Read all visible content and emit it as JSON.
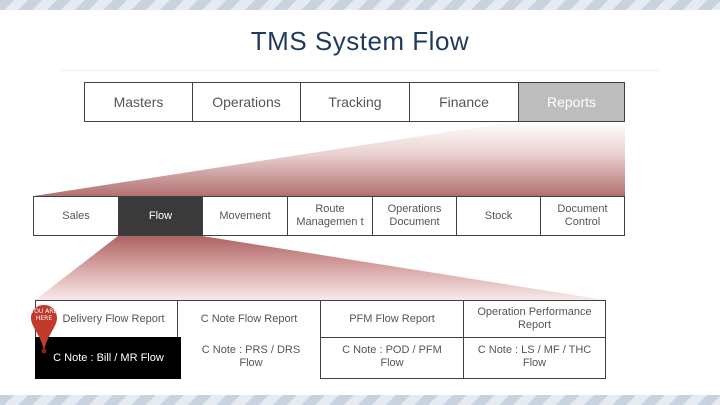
{
  "title": "TMS System Flow",
  "top_nav": {
    "items": [
      {
        "label": "Masters"
      },
      {
        "label": "Operations"
      },
      {
        "label": "Tracking"
      },
      {
        "label": "Finance"
      },
      {
        "label": "Reports"
      }
    ],
    "active": "Reports"
  },
  "sub_nav": {
    "items": [
      {
        "label": "Sales"
      },
      {
        "label": "Flow"
      },
      {
        "label": "Movement"
      },
      {
        "label": "Route Managemen t"
      },
      {
        "label": "Operations Document"
      },
      {
        "label": "Stock"
      },
      {
        "label": "Document Control"
      }
    ],
    "active": "Flow"
  },
  "flow_reports": {
    "items": [
      {
        "label": "Delivery Flow Report"
      },
      {
        "label": "C Note Flow Report"
      },
      {
        "label": "PFM Flow Report"
      },
      {
        "label": "Operation Performance Report"
      },
      {
        "label": "C Note : Bill / MR Flow"
      },
      {
        "label": "C Note : PRS / DRS Flow"
      },
      {
        "label": "C Note : POD / PFM Flow"
      },
      {
        "label": "C Note : LS / MF / THC Flow"
      }
    ],
    "active": "C Note : Bill / MR Flow"
  },
  "you_are_here": {
    "text": "YOU ARE HERE"
  },
  "colors": {
    "title": "#1f3b5b",
    "funnel_dark": "#a85a5a",
    "funnel_light": "#f4e6e6",
    "active_grey": "#bdbdbd",
    "active_dark": "#3a3a3a",
    "pin_red": "#c0392b"
  }
}
